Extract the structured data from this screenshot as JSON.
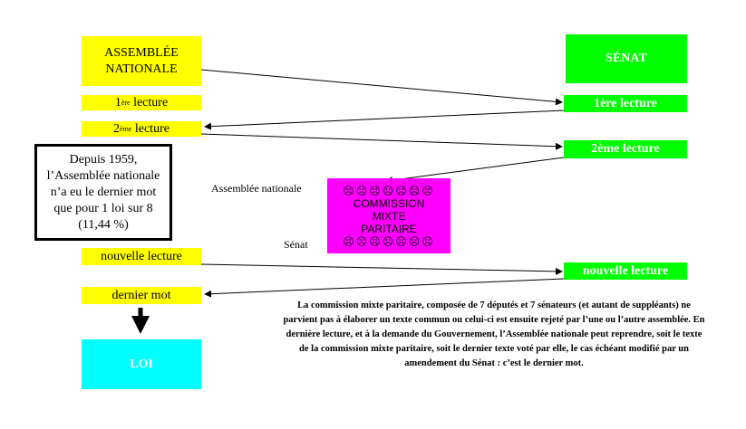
{
  "assemblee": {
    "title": "ASSEMBLÉE NATIONALE",
    "first_num": "1",
    "first_sup": "ère",
    "first_rest": " lecture",
    "second_num": "2",
    "second_sup": "ème",
    "second_rest": " lecture",
    "nouvelle": "nouvelle lecture",
    "dernier": "dernier mot"
  },
  "senat": {
    "title": "SÉNAT",
    "first": "1ère lecture",
    "second": "2ème lecture",
    "nouvelle": "nouvelle lecture"
  },
  "stat_box": "Depuis 1959, l’Assemblée nationale n’a eu le dernier mot que pour 1 loi sur 8 (11,44 %)",
  "cmp": {
    "title_line1": "COMMISSION",
    "title_line2": "MIXTE",
    "title_line3": "PARITAIRE",
    "faces": "☹☹☹☹☹☹☹",
    "label_an": "Assemblée nationale",
    "label_senat": "Sénat"
  },
  "loi": "LOI",
  "note": "La commission mixte paritaire, composée de 7 députés et 7 sénateurs (et autant de suppléants) ne parvient pas à élaborer un texte commun ou celui-ci est ensuite rejeté par l’une ou l’autre assemblée. En dernière lecture, et à la demande du Gouvernement, l’Assemblée nationale peut reprendre, soit le texte de la commission mixte paritaire, soit le dernier texte voté par elle, le cas échéant modifié par un amendement du Sénat : c’est le dernier mot.",
  "colors": {
    "assemblee": "#ffff00",
    "senat": "#00ff00",
    "cmp": "#ff00ff",
    "loi": "#00ffff"
  }
}
